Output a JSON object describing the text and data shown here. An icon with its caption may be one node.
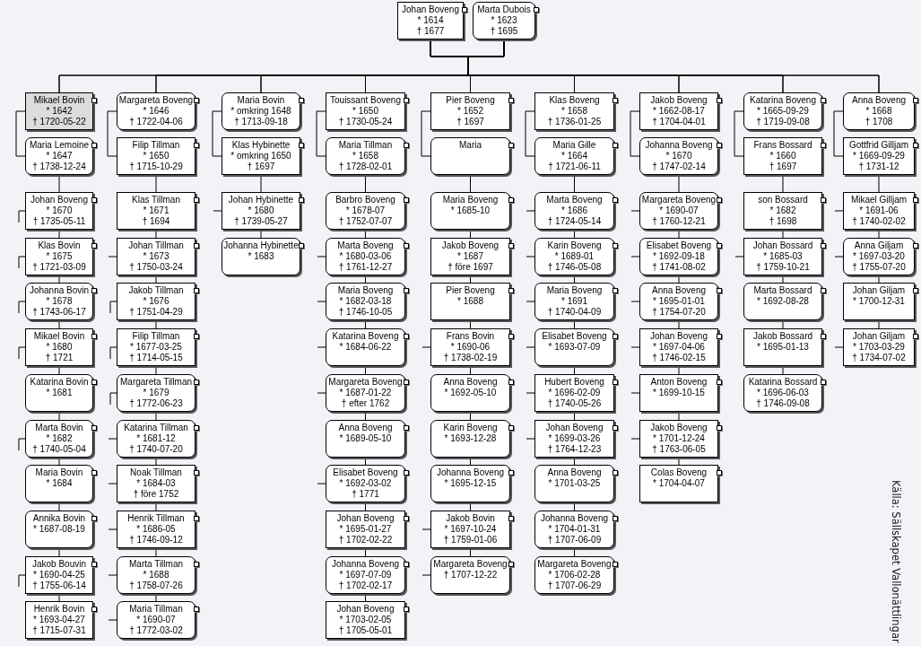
{
  "diagram": {
    "nodes": [
      {
        "text": [
          "Johan Boveng",
          "* 1614",
          "† 1677"
        ]
      },
      {
        "text": [
          "Marta Dubois",
          "* 1623",
          "† 1695"
        ]
      },
      {
        "text": [
          "Mikael Bovin",
          "* 1642",
          "† 1720-05-22"
        ]
      },
      {
        "text": [
          "Maria Lemoine",
          "* 1647",
          "† 1738-12-24"
        ]
      },
      {
        "text": [
          "Johan Boveng",
          "* 1670",
          "† 1735-05-11"
        ]
      },
      {
        "text": [
          "Klas Bovin",
          "* 1675",
          "† 1721-03-09"
        ]
      },
      {
        "text": [
          "Johanna Bovin",
          "* 1678",
          "† 1743-06-17"
        ]
      },
      {
        "text": [
          "Mikael Bovin",
          "* 1680",
          "† 1721"
        ]
      },
      {
        "text": [
          "Katarina Bovin",
          "* 1681"
        ]
      },
      {
        "text": [
          "Marta Bovin",
          "* 1682",
          "† 1740-05-04"
        ]
      },
      {
        "text": [
          "Maria Bovin",
          "* 1684"
        ]
      },
      {
        "text": [
          "Annika Bovin",
          "* 1687-08-19"
        ]
      },
      {
        "text": [
          "Jakob Bouvin",
          "* 1690-04-25",
          "† 1755-06-14"
        ]
      },
      {
        "text": [
          "Henrik Bovin",
          "* 1693-04-27",
          "† 1715-07-31"
        ]
      },
      {
        "text": [
          "Margareta Boveng",
          "* 1646",
          "† 1722-04-06"
        ]
      },
      {
        "text": [
          "Filip Tillman",
          "* 1650",
          "† 1715-10-29"
        ]
      },
      {
        "text": [
          "Klas Tillman",
          "* 1671",
          "† 1694"
        ]
      },
      {
        "text": [
          "Johan Tillman",
          "* 1673",
          "† 1750-03-24"
        ]
      },
      {
        "text": [
          "Jakob Tillman",
          "* 1676",
          "† 1751-04-29"
        ]
      },
      {
        "text": [
          "Filip Tillman",
          "* 1677-03-25",
          "† 1714-05-15"
        ]
      },
      {
        "text": [
          "Margareta Tillman",
          "* 1679",
          "† 1772-06-23"
        ]
      },
      {
        "text": [
          "Katarina Tillman",
          "* 1681-12",
          "† 1740-07-20"
        ]
      },
      {
        "text": [
          "Noak Tillman",
          "* 1684-03",
          "† före 1752"
        ]
      },
      {
        "text": [
          "Henrik Tillman",
          "* 1686-05",
          "† 1746-09-12"
        ]
      },
      {
        "text": [
          "Marta Tillman",
          "* 1688",
          "† 1758-07-26"
        ]
      },
      {
        "text": [
          "Maria Tillman",
          "* 1690-07",
          "† 1772-03-02"
        ]
      },
      {
        "text": [
          "Maria Bovin",
          "* omkring 1648",
          "† 1713-09-18"
        ]
      },
      {
        "text": [
          "Klas Hybinette",
          "* omkring 1650",
          "† 1697"
        ]
      },
      {
        "text": [
          "Johan Hybinette",
          "* 1680",
          "† 1739-05-27"
        ]
      },
      {
        "text": [
          "Johanna Hybinette",
          "* 1683"
        ]
      },
      {
        "text": [
          "Touissant Boveng",
          "* 1650",
          "† 1730-05-24"
        ]
      },
      {
        "text": [
          "Maria Tillman",
          "* 1658",
          "† 1728-02-01"
        ]
      },
      {
        "text": [
          "Barbro Boveng",
          "* 1678-07",
          "† 1752-07-07"
        ]
      },
      {
        "text": [
          "Marta Boveng",
          "* 1680-03-06",
          "† 1761-12-27"
        ]
      },
      {
        "text": [
          "Maria Boveng",
          "* 1682-03-18",
          "† 1746-10-05"
        ]
      },
      {
        "text": [
          "Katarina Boveng",
          "* 1684-06-22"
        ]
      },
      {
        "text": [
          "Margareta Boveng",
          "* 1687-01-22",
          "† efter 1762"
        ]
      },
      {
        "text": [
          "Anna Boveng",
          "* 1689-05-10"
        ]
      },
      {
        "text": [
          "Elisabet Boveng",
          "* 1692-03-02",
          "† 1771"
        ]
      },
      {
        "text": [
          "Johan Boveng",
          "* 1695-01-27",
          "† 1702-02-22"
        ]
      },
      {
        "text": [
          "Johanna Boveng",
          "* 1697-07-09",
          "† 1702-02-17"
        ]
      },
      {
        "text": [
          "Johan Boveng",
          "* 1703-02-05",
          "† 1705-05-01"
        ]
      },
      {
        "text": [
          "Pier Boveng",
          "* 1652",
          "† 1697"
        ]
      },
      {
        "text": [
          "Maria"
        ]
      },
      {
        "text": [
          "Maria Boveng",
          "* 1685-10"
        ]
      },
      {
        "text": [
          "Jakob Boveng",
          "* 1687",
          "† före 1697"
        ]
      },
      {
        "text": [
          "Pier Boveng",
          "* 1688"
        ]
      },
      {
        "text": [
          "Frans Bovin",
          "* 1690-06",
          "† 1738-02-19"
        ]
      },
      {
        "text": [
          "Anna Boveng",
          "* 1692-05-10"
        ]
      },
      {
        "text": [
          "Karin Boveng",
          "* 1693-12-28"
        ]
      },
      {
        "text": [
          "Johanna Boveng",
          "* 1695-12-15"
        ]
      },
      {
        "text": [
          "Jakob Bovin",
          "* 1697-10-24",
          "† 1759-01-06"
        ]
      },
      {
        "text": [
          "Margareta Boveng",
          "† 1707-12-22"
        ]
      },
      {
        "text": [
          "Klas Boveng",
          "* 1658",
          "† 1736-01-25"
        ]
      },
      {
        "text": [
          "Maria Gille",
          "* 1664",
          "† 1721-06-11"
        ]
      },
      {
        "text": [
          "Marta Boveng",
          "* 1686",
          "† 1724-05-14"
        ]
      },
      {
        "text": [
          "Karin Boveng",
          "* 1689-01",
          "† 1746-05-08"
        ]
      },
      {
        "text": [
          "Maria Boveng",
          "* 1691",
          "† 1740-04-09"
        ]
      },
      {
        "text": [
          "Elisabet Boveng",
          "* 1693-07-09"
        ]
      },
      {
        "text": [
          "Hubert Boveng",
          "* 1696-02-09",
          "† 1740-05-26"
        ]
      },
      {
        "text": [
          "Johan Boveng",
          "* 1699-03-26",
          "† 1764-12-23"
        ]
      },
      {
        "text": [
          "Anna Boveng",
          "* 1701-03-25"
        ]
      },
      {
        "text": [
          "Johanna Boveng",
          "* 1704-01-31",
          "† 1707-06-09"
        ]
      },
      {
        "text": [
          "Margareta Boveng",
          "* 1706-02-28",
          "† 1707-06-29"
        ]
      },
      {
        "text": [
          "Jakob Boveng",
          "* 1662-08-17",
          "† 1704-04-01"
        ]
      },
      {
        "text": [
          "Johanna Boveng",
          "* 1670",
          "† 1747-02-14"
        ]
      },
      {
        "text": [
          "Margareta Boveng",
          "* 1690-07",
          "† 1760-12-21"
        ]
      },
      {
        "text": [
          "Elisabet Boveng",
          "* 1692-09-18",
          "† 1741-08-02"
        ]
      },
      {
        "text": [
          "Anna Boveng",
          "* 1695-01-01",
          "† 1754-07-20"
        ]
      },
      {
        "text": [
          "Johan Boveng",
          "* 1697-04-06",
          "† 1746-02-15"
        ]
      },
      {
        "text": [
          "Anton Boveng",
          "* 1699-10-15"
        ]
      },
      {
        "text": [
          "Jakob Boveng",
          "* 1701-12-24",
          "† 1763-06-05"
        ]
      },
      {
        "text": [
          "Colas Boveng",
          "* 1704-04-07"
        ]
      },
      {
        "text": [
          "Katarina Boveng",
          "* 1665-09-29",
          "† 1719-09-08"
        ]
      },
      {
        "text": [
          "Frans Bossard",
          "* 1660",
          "† 1697"
        ]
      },
      {
        "text": [
          "son Bossard",
          "* 1682",
          "† 1698"
        ]
      },
      {
        "text": [
          "Johan Bossard",
          "* 1685-03",
          "† 1759-10-21"
        ]
      },
      {
        "text": [
          "Marta Bossard",
          "* 1692-08-28"
        ]
      },
      {
        "text": [
          "Jakob Bossard",
          "* 1695-01-13"
        ]
      },
      {
        "text": [
          "Katarina Bossard",
          "* 1696-06-03",
          "† 1746-09-08"
        ]
      },
      {
        "text": [
          "Anna Boveng",
          "* 1668",
          "† 1708"
        ]
      },
      {
        "text": [
          "Gottfrid Gilljam",
          "* 1669-09-29",
          "† 1731-12"
        ]
      },
      {
        "text": [
          "Mikael Gilljam",
          "* 1691-06",
          "† 1740-02-02"
        ]
      },
      {
        "text": [
          "Anna Giljam",
          "* 1697-03-20",
          "† 1755-07-20"
        ]
      },
      {
        "text": [
          "Johan Giljam",
          "* 1700-12-31"
        ]
      },
      {
        "text": [
          "Johan Giljam",
          "* 1703-03-29",
          "† 1734-07-02"
        ]
      }
    ],
    "edges": [
      {
        "from": 0,
        "to": 2,
        "arrow": "none"
      },
      {
        "from": 1,
        "to": 2,
        "arrow": "none"
      },
      {
        "from": 0,
        "to": 14,
        "arrow": "none"
      },
      {
        "from": 1,
        "to": 14,
        "arrow": "none"
      },
      {
        "from": 0,
        "to": 26,
        "arrow": "none"
      },
      {
        "from": 1,
        "to": 26,
        "arrow": "none"
      },
      {
        "from": 0,
        "to": 30,
        "arrow": "none"
      },
      {
        "from": 1,
        "to": 30,
        "arrow": "none"
      },
      {
        "from": 0,
        "to": 42,
        "arrow": "none"
      },
      {
        "from": 1,
        "to": 42,
        "arrow": "none"
      },
      {
        "from": 0,
        "to": 53,
        "arrow": "none"
      },
      {
        "from": 1,
        "to": 53,
        "arrow": "none"
      },
      {
        "from": 0,
        "to": 64,
        "arrow": "none"
      },
      {
        "from": 1,
        "to": 64,
        "arrow": "none"
      },
      {
        "from": 0,
        "to": 73,
        "arrow": "none"
      },
      {
        "from": 1,
        "to": 73,
        "arrow": "none"
      },
      {
        "from": 0,
        "to": 80,
        "arrow": "none"
      },
      {
        "from": 1,
        "to": 80,
        "arrow": "none"
      },
      {
        "from": 2,
        "to": 3,
        "arrow": "none"
      },
      {
        "from": 14,
        "to": 15,
        "arrow": "none"
      },
      {
        "from": 26,
        "to": 27,
        "arrow": "none"
      },
      {
        "from": 30,
        "to": 31,
        "arrow": "none"
      },
      {
        "from": 42,
        "to": 43,
        "arrow": "none"
      },
      {
        "from": 53,
        "to": 54,
        "arrow": "none"
      },
      {
        "from": 64,
        "to": 65,
        "arrow": "none"
      },
      {
        "from": 73,
        "to": 74,
        "arrow": "none"
      },
      {
        "from": 80,
        "to": 81,
        "arrow": "none"
      },
      {
        "from": 3,
        "to": 4,
        "arrow": "none"
      },
      {
        "from": 4,
        "to": 5,
        "arrow": "none"
      },
      {
        "from": 5,
        "to": 6,
        "arrow": "none"
      },
      {
        "from": 6,
        "to": 7,
        "arrow": "none"
      },
      {
        "from": 7,
        "to": 8,
        "arrow": "none"
      },
      {
        "from": 8,
        "to": 9,
        "arrow": "none"
      },
      {
        "from": 9,
        "to": 10,
        "arrow": "none"
      },
      {
        "from": 10,
        "to": 11,
        "arrow": "none"
      },
      {
        "from": 11,
        "to": 12,
        "arrow": "none"
      },
      {
        "from": 12,
        "to": 13,
        "arrow": "none"
      },
      {
        "from": 15,
        "to": 16,
        "arrow": "none"
      },
      {
        "from": 16,
        "to": 17,
        "arrow": "none"
      },
      {
        "from": 17,
        "to": 18,
        "arrow": "none"
      },
      {
        "from": 18,
        "to": 19,
        "arrow": "none"
      },
      {
        "from": 19,
        "to": 20,
        "arrow": "none"
      },
      {
        "from": 20,
        "to": 21,
        "arrow": "none"
      },
      {
        "from": 21,
        "to": 22,
        "arrow": "none"
      },
      {
        "from": 22,
        "to": 23,
        "arrow": "none"
      },
      {
        "from": 23,
        "to": 24,
        "arrow": "none"
      },
      {
        "from": 24,
        "to": 25,
        "arrow": "none"
      },
      {
        "from": 27,
        "to": 28,
        "arrow": "none"
      },
      {
        "from": 28,
        "to": 29,
        "arrow": "none"
      },
      {
        "from": 31,
        "to": 32,
        "arrow": "none"
      },
      {
        "from": 32,
        "to": 33,
        "arrow": "none"
      },
      {
        "from": 33,
        "to": 34,
        "arrow": "none"
      },
      {
        "from": 34,
        "to": 35,
        "arrow": "none"
      },
      {
        "from": 35,
        "to": 36,
        "arrow": "none"
      },
      {
        "from": 36,
        "to": 37,
        "arrow": "none"
      },
      {
        "from": 37,
        "to": 38,
        "arrow": "none"
      },
      {
        "from": 38,
        "to": 39,
        "arrow": "none"
      },
      {
        "from": 39,
        "to": 40,
        "arrow": "none"
      },
      {
        "from": 40,
        "to": 41,
        "arrow": "none"
      },
      {
        "from": 43,
        "to": 44,
        "arrow": "none"
      },
      {
        "from": 44,
        "to": 45,
        "arrow": "none"
      },
      {
        "from": 45,
        "to": 46,
        "arrow": "none"
      },
      {
        "from": 46,
        "to": 47,
        "arrow": "none"
      },
      {
        "from": 47,
        "to": 48,
        "arrow": "none"
      },
      {
        "from": 48,
        "to": 49,
        "arrow": "none"
      },
      {
        "from": 49,
        "to": 50,
        "arrow": "none"
      },
      {
        "from": 50,
        "to": 51,
        "arrow": "none"
      },
      {
        "from": 51,
        "to": 52,
        "arrow": "none"
      },
      {
        "from": 54,
        "to": 55,
        "arrow": "none"
      },
      {
        "from": 55,
        "to": 56,
        "arrow": "none"
      },
      {
        "from": 56,
        "to": 57,
        "arrow": "none"
      },
      {
        "from": 57,
        "to": 58,
        "arrow": "none"
      },
      {
        "from": 58,
        "to": 59,
        "arrow": "none"
      },
      {
        "from": 59,
        "to": 60,
        "arrow": "none"
      },
      {
        "from": 60,
        "to": 61,
        "arrow": "none"
      },
      {
        "from": 61,
        "to": 62,
        "arrow": "none"
      },
      {
        "from": 62,
        "to": 63,
        "arrow": "none"
      },
      {
        "from": 65,
        "to": 66,
        "arrow": "none"
      },
      {
        "from": 66,
        "to": 67,
        "arrow": "none"
      },
      {
        "from": 67,
        "to": 68,
        "arrow": "none"
      },
      {
        "from": 68,
        "to": 69,
        "arrow": "none"
      },
      {
        "from": 69,
        "to": 70,
        "arrow": "none"
      },
      {
        "from": 70,
        "to": 71,
        "arrow": "none"
      },
      {
        "from": 71,
        "to": 72,
        "arrow": "none"
      },
      {
        "from": 74,
        "to": 75,
        "arrow": "none"
      },
      {
        "from": 75,
        "to": 76,
        "arrow": "none"
      },
      {
        "from": 76,
        "to": 77,
        "arrow": "none"
      },
      {
        "from": 77,
        "to": 78,
        "arrow": "none"
      },
      {
        "from": 78,
        "to": 79,
        "arrow": "none"
      },
      {
        "from": 81,
        "to": 82,
        "arrow": "none"
      },
      {
        "from": 82,
        "to": 83,
        "arrow": "none"
      },
      {
        "from": 83,
        "to": 84,
        "arrow": "none"
      },
      {
        "from": 84,
        "to": 85,
        "arrow": "none"
      },
      {
        "from": null,
        "to": 4,
        "arrow": "none"
      },
      {
        "from": null,
        "to": 5,
        "arrow": "none"
      },
      {
        "from": null,
        "to": 6,
        "arrow": "none"
      },
      {
        "from": null,
        "to": 7,
        "arrow": "none"
      },
      {
        "from": null,
        "to": 9,
        "arrow": "none"
      },
      {
        "from": null,
        "to": 12,
        "arrow": "none"
      },
      {
        "from": null,
        "to": 17,
        "arrow": "none"
      },
      {
        "from": null,
        "to": 18,
        "arrow": "none"
      },
      {
        "from": null,
        "to": 19,
        "arrow": "none"
      },
      {
        "from": null,
        "to": 20,
        "arrow": "none"
      },
      {
        "from": null,
        "to": 21,
        "arrow": "none"
      },
      {
        "from": null,
        "to": 22,
        "arrow": "none"
      },
      {
        "from": null,
        "to": 23,
        "arrow": "none"
      },
      {
        "from": null,
        "to": 24,
        "arrow": "none"
      },
      {
        "from": null,
        "to": 25,
        "arrow": "none"
      },
      {
        "from": null,
        "to": 28,
        "arrow": "none"
      },
      {
        "from": null,
        "to": 33,
        "arrow": "none"
      },
      {
        "from": null,
        "to": 34,
        "arrow": "none"
      },
      {
        "from": null,
        "to": 35,
        "arrow": "none"
      },
      {
        "from": null,
        "to": 36,
        "arrow": "none"
      },
      {
        "from": null,
        "to": 38,
        "arrow": "none"
      },
      {
        "from": null,
        "to": 47,
        "arrow": "none"
      },
      {
        "from": null,
        "to": 51,
        "arrow": "none"
      },
      {
        "from": null,
        "to": 52,
        "arrow": "none"
      },
      {
        "from": null,
        "to": 55,
        "arrow": "none"
      },
      {
        "from": null,
        "to": 56,
        "arrow": "none"
      },
      {
        "from": null,
        "to": 57,
        "arrow": "none"
      },
      {
        "from": null,
        "to": 58,
        "arrow": "none"
      },
      {
        "from": null,
        "to": 59,
        "arrow": "none"
      },
      {
        "from": null,
        "to": 60,
        "arrow": "none"
      },
      {
        "from": null,
        "to": 66,
        "arrow": "none"
      },
      {
        "from": null,
        "to": 67,
        "arrow": "none"
      },
      {
        "from": null,
        "to": 68,
        "arrow": "none"
      },
      {
        "from": null,
        "to": 69,
        "arrow": "none"
      },
      {
        "from": null,
        "to": 70,
        "arrow": "none"
      },
      {
        "from": null,
        "to": 71,
        "arrow": "none"
      },
      {
        "from": null,
        "to": 76,
        "arrow": "none"
      },
      {
        "from": null,
        "to": 82,
        "arrow": "none"
      },
      {
        "from": null,
        "to": 83,
        "arrow": "none"
      },
      {
        "from": null,
        "to": 85,
        "arrow": "none"
      }
    ],
    "labels": [
      "Källa: Sällskapet Vallonättlingar"
    ]
  }
}
